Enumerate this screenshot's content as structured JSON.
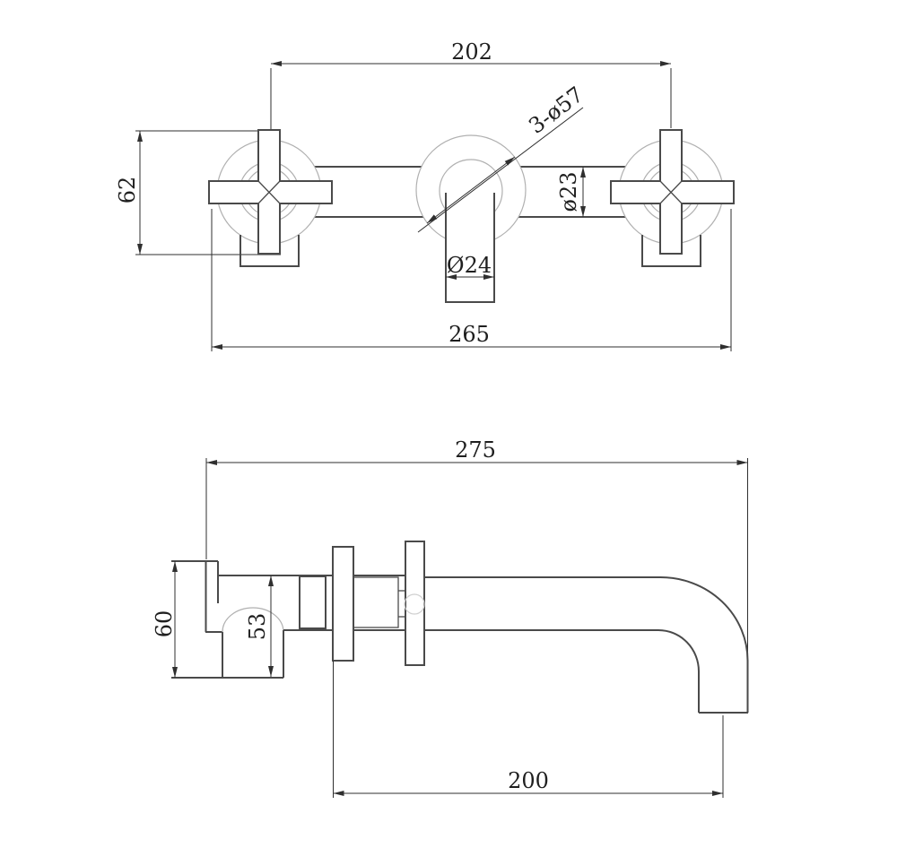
{
  "drawing": {
    "type": "technical-drawing",
    "subject": "wall-mounted-basin-mixer",
    "views": {
      "front": {
        "dims": {
          "handle_spacing": "202",
          "handle_width": "62",
          "escutcheons": "3-ø57",
          "body_tube_diameter": "ø23",
          "spout_tube_diameter": "Ø24",
          "overall_width": "265"
        }
      },
      "side": {
        "dims": {
          "overall_depth": "275",
          "bracket_height": "60",
          "cartridge_height": "53",
          "spout_reach": "200"
        }
      }
    }
  },
  "colors": {
    "background": "#ffffff",
    "object_line": "#4a4a4a",
    "construction_line": "#b0b0b0",
    "dimension_line": "#2f2f2f",
    "text": "#1f1f1f"
  }
}
